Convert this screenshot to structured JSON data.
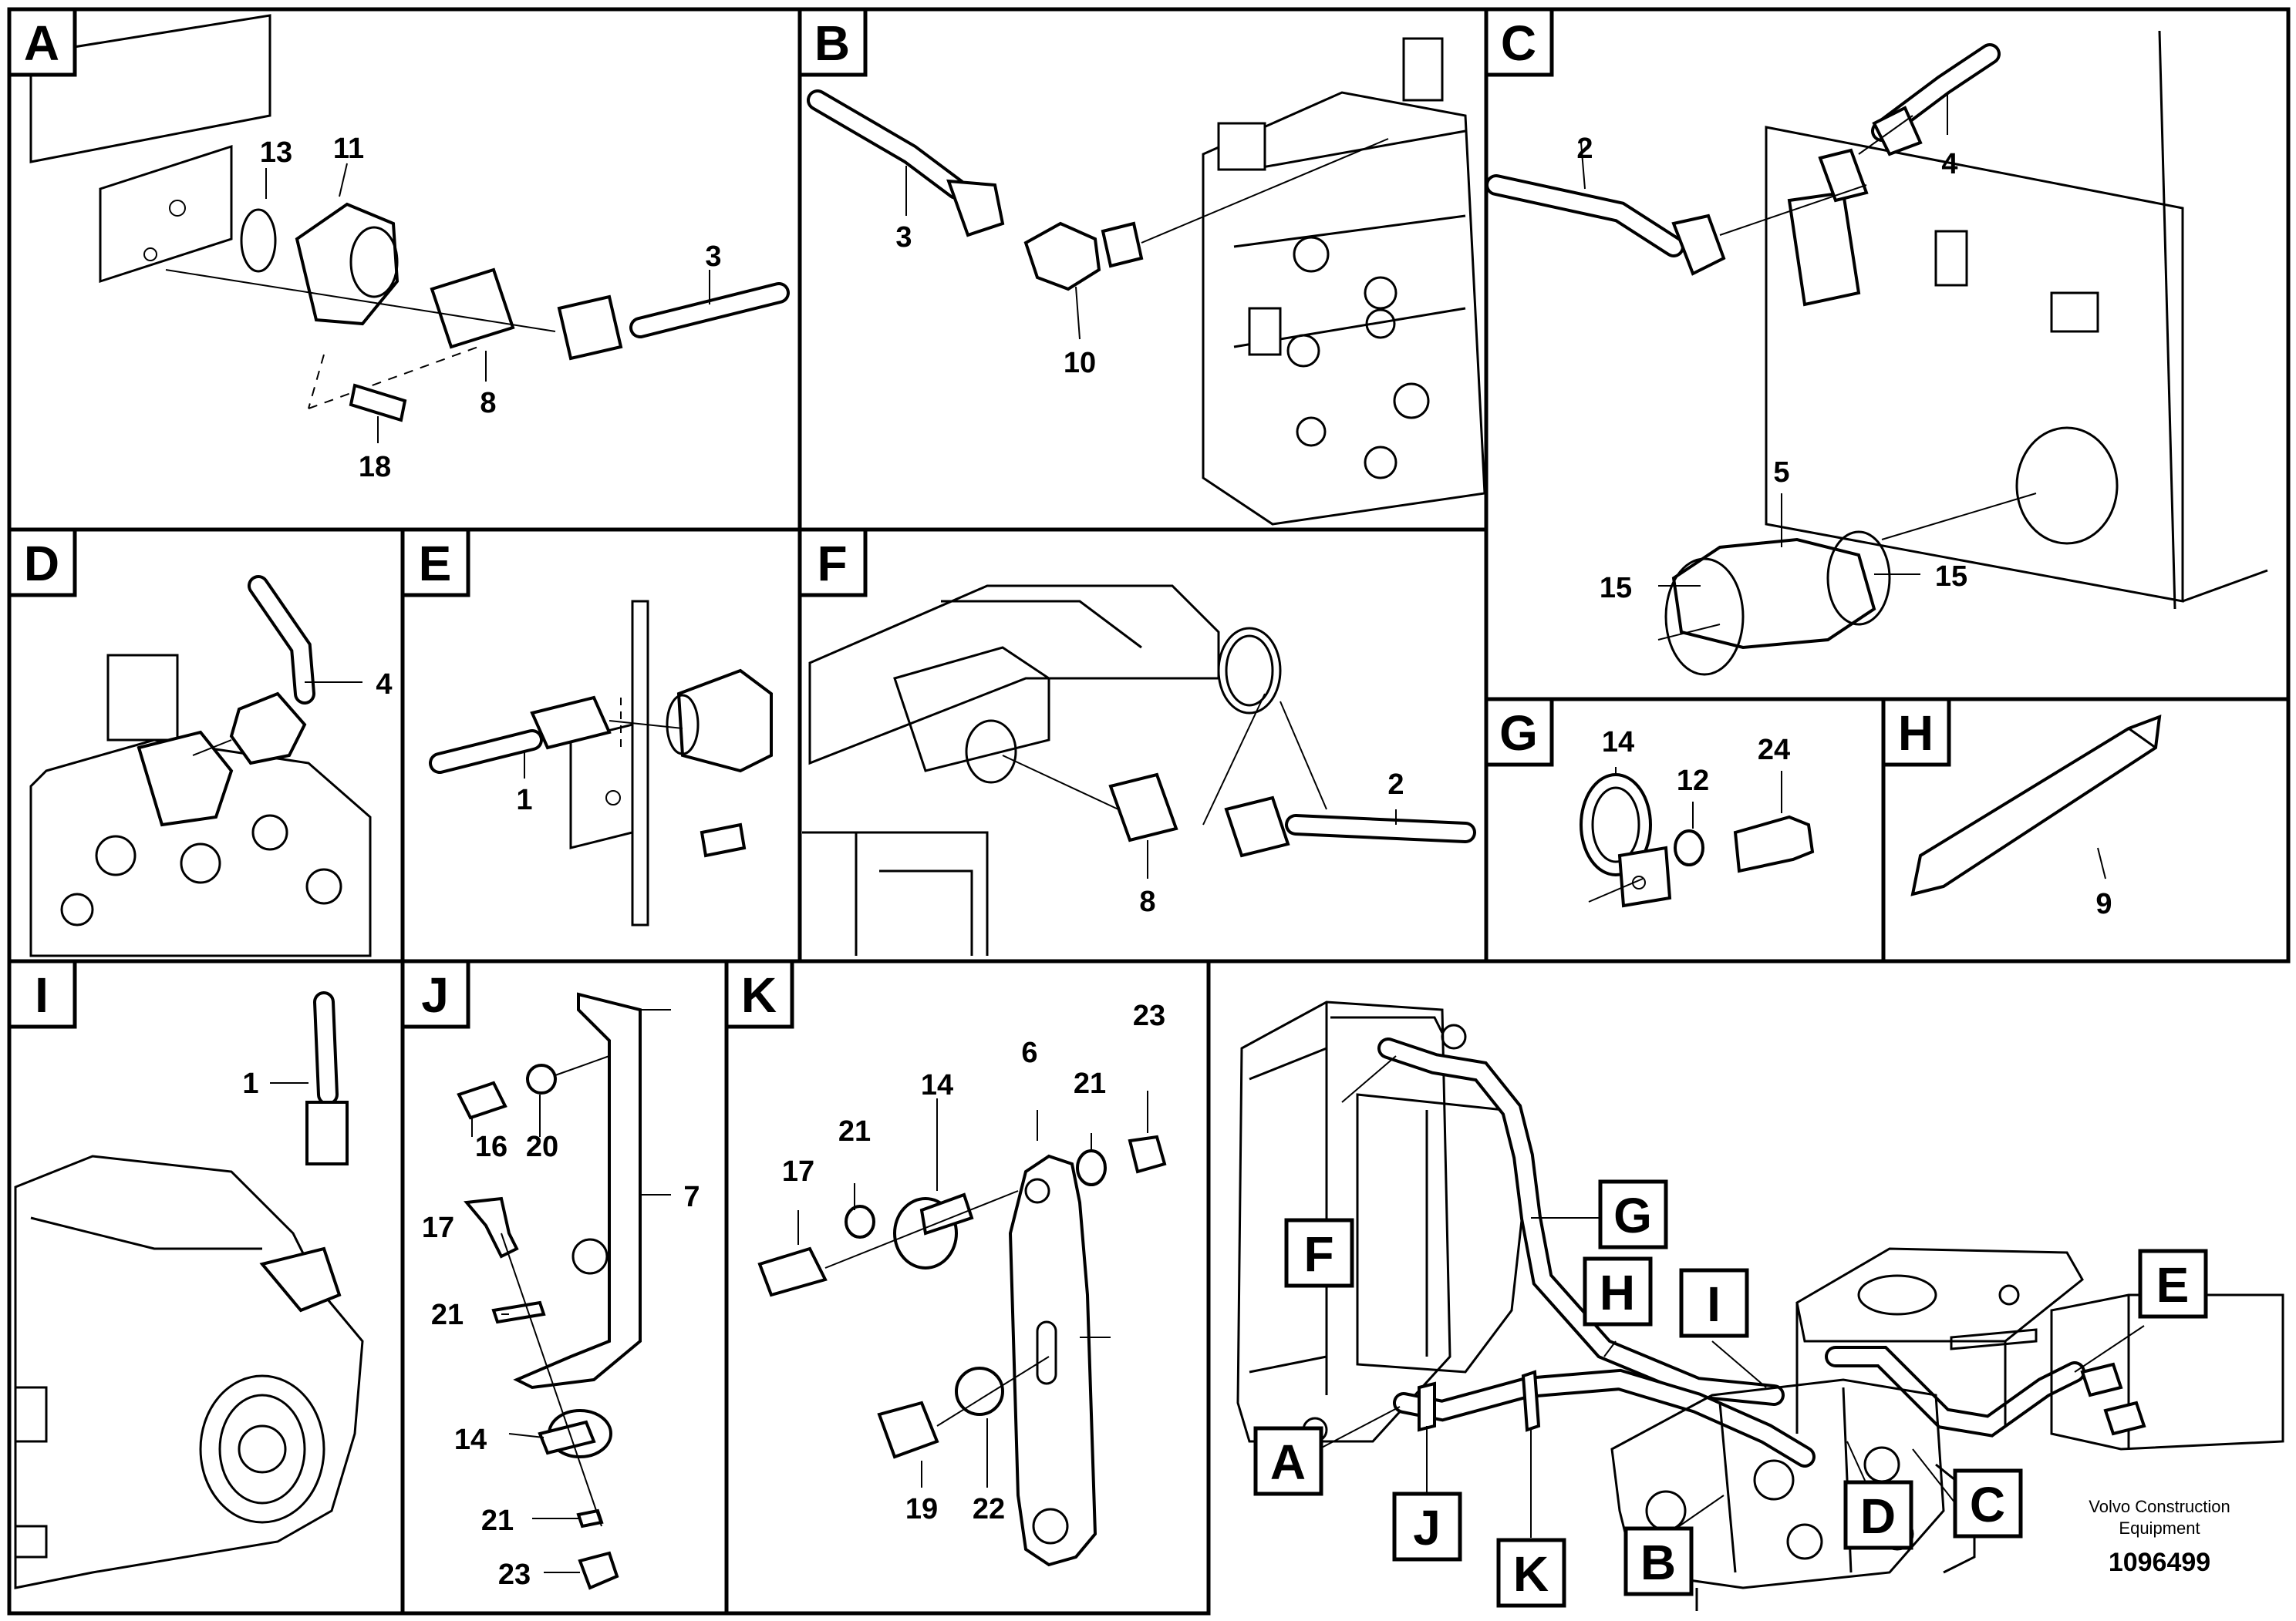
{
  "panels": {
    "A": {
      "letter": "A",
      "callouts": [
        "13",
        "11",
        "3",
        "8",
        "18"
      ]
    },
    "B": {
      "letter": "B",
      "callouts": [
        "3",
        "10"
      ]
    },
    "C": {
      "letter": "C",
      "callouts": [
        "2",
        "4",
        "5",
        "15",
        "15"
      ]
    },
    "D": {
      "letter": "D",
      "callouts": [
        "4"
      ]
    },
    "E": {
      "letter": "E",
      "callouts": [
        "1"
      ]
    },
    "F": {
      "letter": "F",
      "callouts": [
        "2",
        "8"
      ]
    },
    "G": {
      "letter": "G",
      "callouts": [
        "14",
        "12",
        "24"
      ]
    },
    "H": {
      "letter": "H",
      "callouts": [
        "9"
      ]
    },
    "I": {
      "letter": "I",
      "callouts": [
        "1"
      ]
    },
    "J": {
      "letter": "J",
      "callouts": [
        "16",
        "20",
        "7",
        "17",
        "21",
        "14",
        "21",
        "23"
      ]
    },
    "K": {
      "letter": "K",
      "callouts": [
        "23",
        "6",
        "21",
        "14",
        "21",
        "17",
        "19",
        "22"
      ]
    }
  },
  "overview": {
    "labels": [
      "F",
      "G",
      "H",
      "I",
      "E",
      "A",
      "J",
      "K",
      "B",
      "D",
      "C"
    ]
  },
  "footer": {
    "brand_line1": "Volvo Construction",
    "brand_line2": "Equipment",
    "drawing_number": "1096499"
  }
}
